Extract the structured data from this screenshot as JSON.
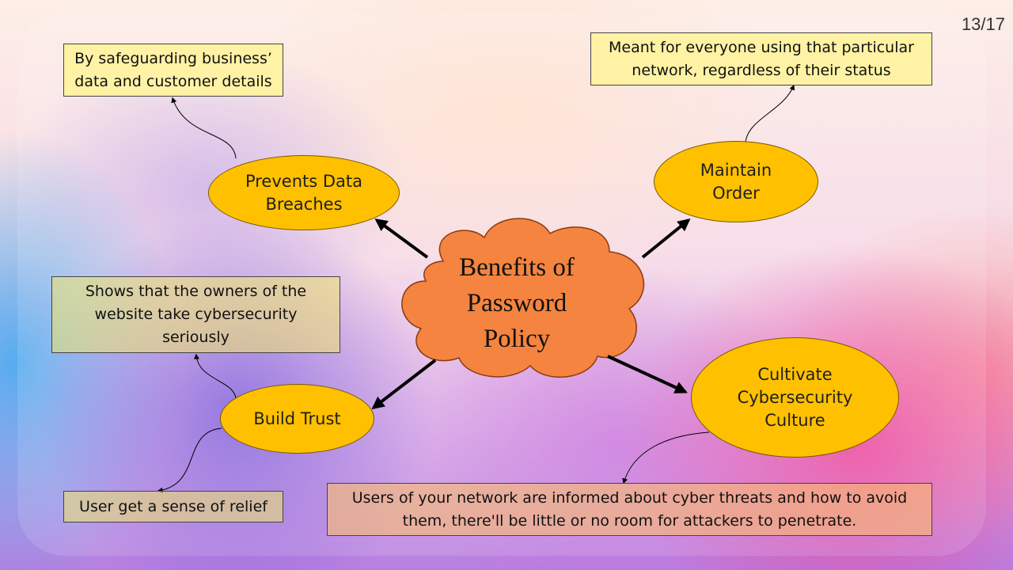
{
  "slide": {
    "page_number": "13/17"
  },
  "center": {
    "title_line1": "Benefits of",
    "title_line2": "Password",
    "title_line3": "Policy",
    "fill": "#f4843f"
  },
  "nodes": {
    "prevents_breaches": {
      "line1": "Prevents Data",
      "line2": "Breaches"
    },
    "maintain_order": {
      "line1": "Maintain",
      "line2": "Order"
    },
    "build_trust": {
      "label": "Build Trust"
    },
    "cultivate_culture": {
      "line1": "Cultivate",
      "line2": "Cybersecurity",
      "line3": "Culture"
    },
    "node_fill": "#ffc000"
  },
  "notes": {
    "breaches_note": {
      "line1": "By safeguarding business’",
      "line2": "data and customer details"
    },
    "order_note": {
      "line1": "Meant for everyone using that particular",
      "line2": "network, regardless of their status"
    },
    "trust_note": {
      "line1": "Shows that the owners of the",
      "line2": "website take cybersecurity",
      "line3": "seriously"
    },
    "relief_note": {
      "label": "User get a sense of relief"
    },
    "culture_note": {
      "line1": "Users of your network are informed about cyber threats and how to avoid",
      "line2": "them, there'll be little or no room for attackers to penetrate."
    }
  }
}
